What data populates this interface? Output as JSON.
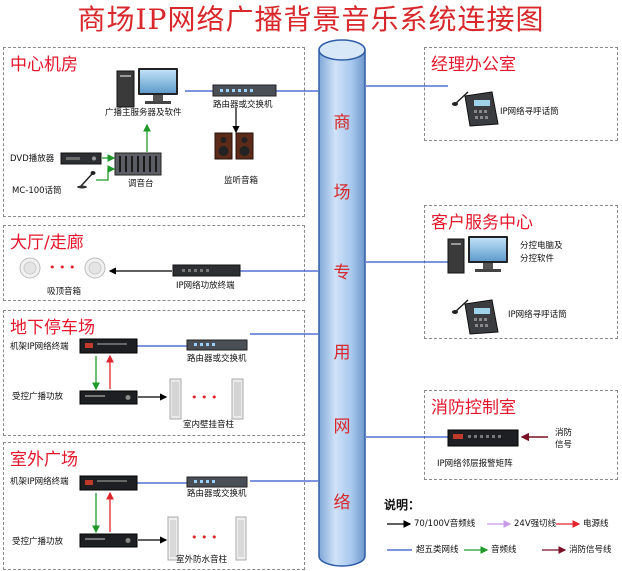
{
  "title": "商场IP网络广播背景音乐系统连接图",
  "bus": {
    "chars": [
      "商",
      "场",
      "专",
      "用",
      "网",
      "络"
    ]
  },
  "panels": {
    "center": {
      "title": "中心机房",
      "server": "广播主服务器及软件",
      "router": "路由器或交换机",
      "dvd": "DVD播放器",
      "mic": "MC-100话筒",
      "mixer": "调音台",
      "monitor": "监听音箱"
    },
    "hall": {
      "title": "大厅/走廊",
      "ceiling": "吸顶音箱",
      "terminal": "IP网络功放终端",
      "dots": "• • •"
    },
    "parking": {
      "title": "地下停车场",
      "rack": "机架IP网络终端",
      "router": "路由器或交换机",
      "amp": "受控广播功放",
      "column": "室内壁挂音柱",
      "dots": "• • •"
    },
    "outdoor": {
      "title": "室外广场",
      "rack": "机架IP网络终端",
      "router": "路由器或交换机",
      "amp": "受控广播功放",
      "column": "室外防水音柱",
      "dots": "• • •"
    },
    "manager": {
      "title": "经理办公室",
      "pager": "IP网络寻呼话筒"
    },
    "service": {
      "title": "客户服务中心",
      "pc_line1": "分控电脑及",
      "pc_line2": "分控软件",
      "pager": "IP网络寻呼话筒"
    },
    "fire": {
      "title": "消防控制室",
      "matrix": "IP网络邻层报警矩阵",
      "signal_line1": "消防",
      "signal_line2": "信号"
    }
  },
  "legend": {
    "title": "说明：",
    "items": [
      {
        "label": "70/100V音频线",
        "color": "#000000"
      },
      {
        "label": "24V强切线",
        "color": "#c79ae6"
      },
      {
        "label": "电源线",
        "color": "#e0252d"
      },
      {
        "label": "超五类网线",
        "color": "#3355cc"
      },
      {
        "label": "音频线",
        "color": "#1f9a2a"
      },
      {
        "label": "消防信号线",
        "color": "#7a1024"
      }
    ]
  },
  "colors": {
    "title": "#d8282c",
    "panel_title": "#e3162b",
    "network": "#3355cc",
    "audio": "#1f9a2a",
    "power": "#e0252d",
    "speaker_line": "#000000",
    "fire_signal": "#7a1024",
    "bus_fill": "#a9c9ef",
    "bus_stroke": "#2f5da8"
  }
}
